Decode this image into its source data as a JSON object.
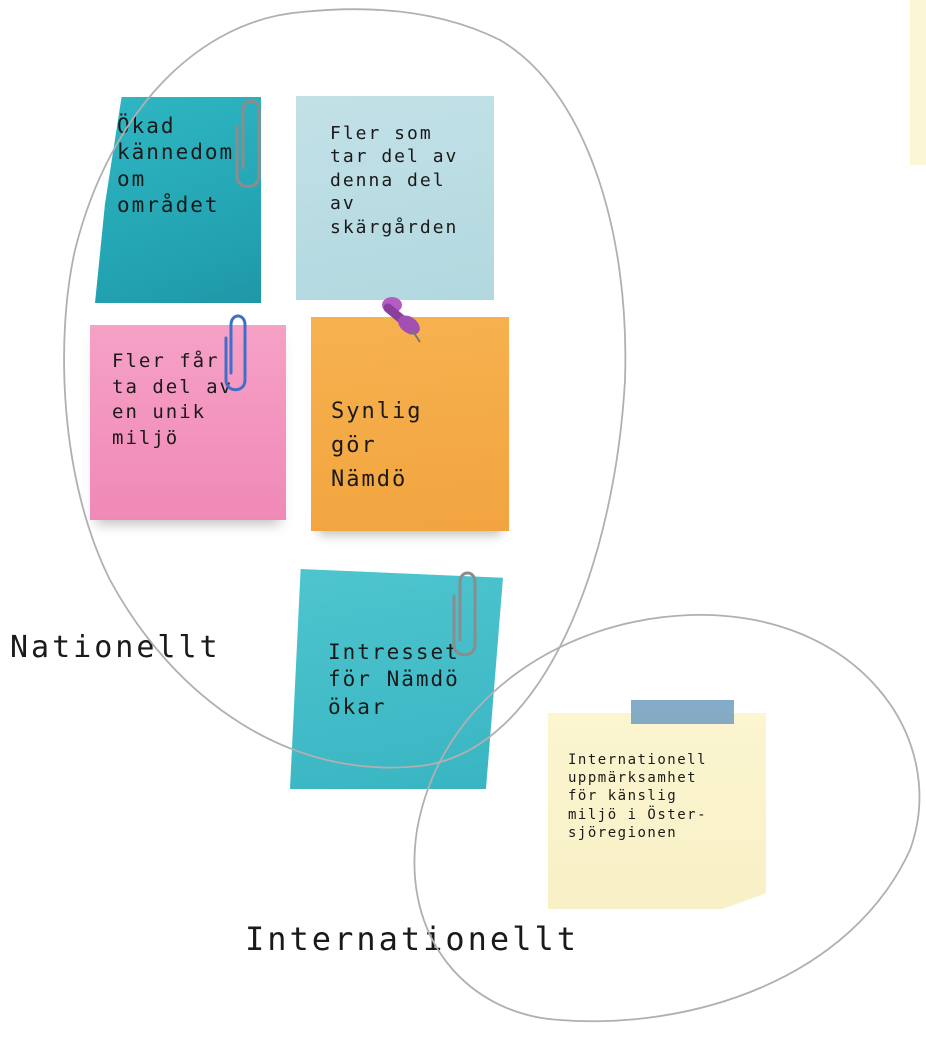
{
  "notes": {
    "teal1": "Ökad\nkännedom\nom\nområdet",
    "lightblue": "Fler som\ntar del av\ndenna del\nav\nskärgården",
    "pink": "Fler får\nta del av\nen unik\nmiljö",
    "orange": "Synlig\ngör\nNämdö",
    "teal2": "Intresset\nför Nämdö\nökar",
    "yellow": "Internationell\nuppmärksamhet\nför känslig\nmiljö i Öster-\nsjöregionen"
  },
  "labels": {
    "national": "Nationellt",
    "international": "Internationellt"
  },
  "colors": {
    "teal": "#23a3b2",
    "light_blue": "#b2d8df",
    "pink": "#f089b6",
    "orange": "#f2a43f",
    "yellow": "#f8f0c6",
    "tape": "#6f9ec0",
    "outline": "#b0b0b0"
  },
  "icons": [
    "paperclip-icon",
    "pushpin-icon",
    "tape-icon"
  ]
}
